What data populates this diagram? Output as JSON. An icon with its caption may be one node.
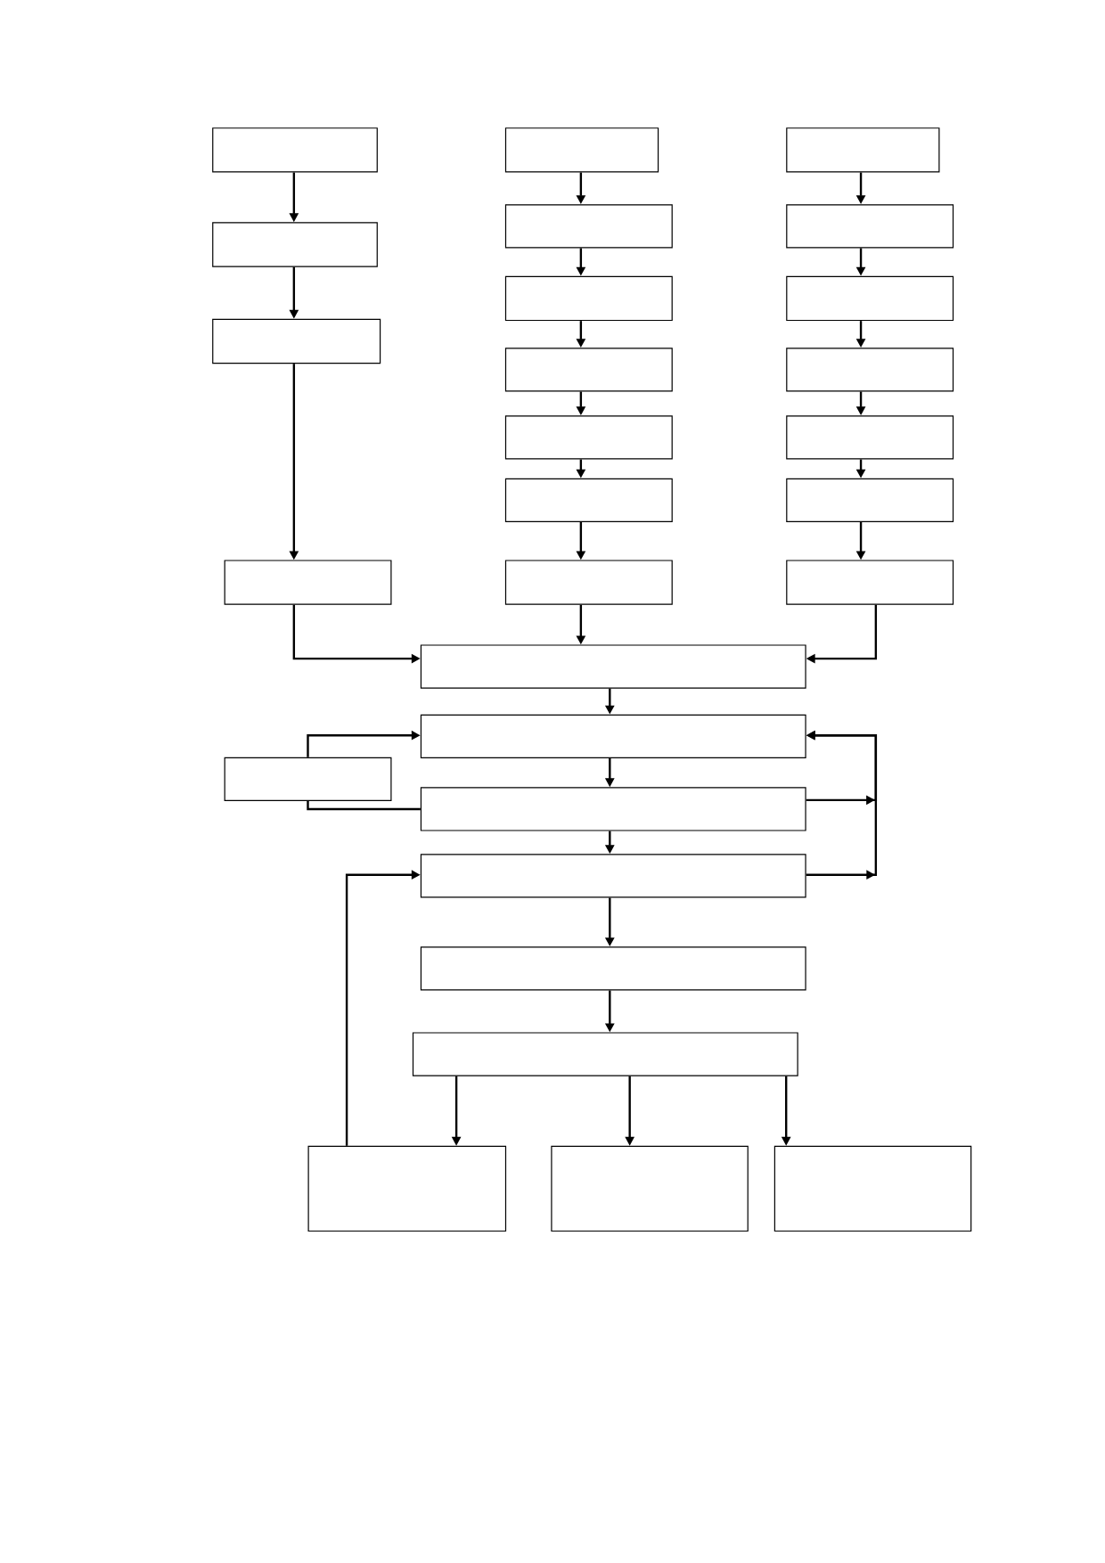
{
  "diagram": {
    "nodes": [
      {
        "text": [],
        "shape": "box"
      },
      {
        "text": [],
        "shape": "box"
      },
      {
        "text": [],
        "shape": "box"
      },
      {
        "text": [],
        "shape": "box"
      },
      {
        "text": [],
        "shape": "box"
      },
      {
        "text": [],
        "shape": "box"
      },
      {
        "text": [],
        "shape": "box"
      },
      {
        "text": [],
        "shape": "box"
      },
      {
        "text": [],
        "shape": "box"
      },
      {
        "text": [],
        "shape": "box"
      },
      {
        "text": [],
        "shape": "box"
      },
      {
        "text": [],
        "shape": "box"
      },
      {
        "text": [],
        "shape": "box"
      },
      {
        "text": [],
        "shape": "box"
      },
      {
        "text": [],
        "shape": "box"
      },
      {
        "text": [],
        "shape": "box"
      },
      {
        "text": [],
        "shape": "box"
      },
      {
        "text": [],
        "shape": "box"
      },
      {
        "text": [],
        "shape": "box"
      },
      {
        "text": [],
        "shape": "box"
      },
      {
        "text": [],
        "shape": "box"
      },
      {
        "text": [],
        "shape": "box"
      },
      {
        "text": [],
        "shape": "box"
      },
      {
        "text": [],
        "shape": "box"
      },
      {
        "text": [],
        "shape": "box"
      },
      {
        "text": [],
        "shape": "box"
      },
      {
        "text": [],
        "shape": "box"
      },
      {
        "text": [],
        "shape": "box"
      }
    ],
    "edges": [
      {
        "from": 0,
        "to": 1,
        "arrow": "to"
      },
      {
        "from": 1,
        "to": 2,
        "arrow": "to"
      },
      {
        "from": 2,
        "to": 3,
        "arrow": "to"
      },
      {
        "from": 4,
        "to": 5,
        "arrow": "to"
      },
      {
        "from": 5,
        "to": 6,
        "arrow": "to"
      },
      {
        "from": 6,
        "to": 7,
        "arrow": "to"
      },
      {
        "from": 7,
        "to": 8,
        "arrow": "to"
      },
      {
        "from": 8,
        "to": 9,
        "arrow": "to"
      },
      {
        "from": 9,
        "to": 10,
        "arrow": "to"
      },
      {
        "from": 11,
        "to": 12,
        "arrow": "to"
      },
      {
        "from": 12,
        "to": 13,
        "arrow": "to"
      },
      {
        "from": 13,
        "to": 14,
        "arrow": "to"
      },
      {
        "from": 14,
        "to": 15,
        "arrow": "to"
      },
      {
        "from": 15,
        "to": 16,
        "arrow": "to"
      },
      {
        "from": 16,
        "to": 17,
        "arrow": "to"
      },
      {
        "from": 3,
        "to": 18,
        "arrow": "to"
      },
      {
        "from": 10,
        "to": 18,
        "arrow": "to"
      },
      {
        "from": 17,
        "to": 18,
        "arrow": "to"
      },
      {
        "from": 18,
        "to": 19,
        "arrow": "to"
      },
      {
        "from": 19,
        "to": 21,
        "arrow": "to"
      },
      {
        "from": 21,
        "to": 22,
        "arrow": "to"
      },
      {
        "from": 22,
        "to": 23,
        "arrow": "to"
      },
      {
        "from": 23,
        "to": 24,
        "arrow": "to"
      },
      {
        "from": 24,
        "to": 25,
        "arrow": "to"
      },
      {
        "from": 24,
        "to": 26,
        "arrow": "to"
      },
      {
        "from": 24,
        "to": 27,
        "arrow": "to"
      },
      {
        "from": 21,
        "to": 20,
        "arrow": "none"
      },
      {
        "from": 20,
        "to": 19,
        "arrow": "to"
      },
      {
        "from": 21,
        "to": 19,
        "arrow": "to"
      },
      {
        "from": 22,
        "to": 19,
        "arrow": "to"
      },
      {
        "from": 25,
        "to": 22,
        "arrow": "to"
      }
    ]
  }
}
